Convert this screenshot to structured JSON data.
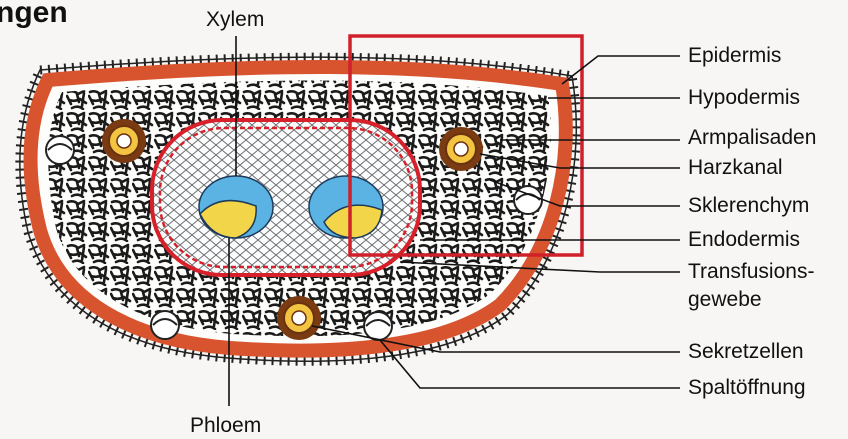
{
  "header": {
    "title_fragment": "ngen"
  },
  "diagram": {
    "top_label": "Xylem",
    "bottom_label": "Phloem",
    "right_labels": [
      {
        "text": "Epidermis"
      },
      {
        "text": "Hypodermis"
      },
      {
        "text": "Armpalisaden"
      },
      {
        "text": "Harzkanal"
      },
      {
        "text": "Sklerenchym"
      },
      {
        "text": "Endodermis"
      },
      {
        "text": "Transfusions-",
        "line2": "gewebe"
      },
      {
        "text": "Sekretzellen"
      },
      {
        "text": "Spaltöffnung"
      }
    ],
    "colors": {
      "hypodermis": "#d8542e",
      "endodermis": "#d8202a",
      "xylem": "#5ab3e2",
      "phloem": "#f3d54a",
      "highlight_box": "#d0202a",
      "mesophyll": "#1b1b1b",
      "harz_ring": "#7a3a12"
    }
  }
}
